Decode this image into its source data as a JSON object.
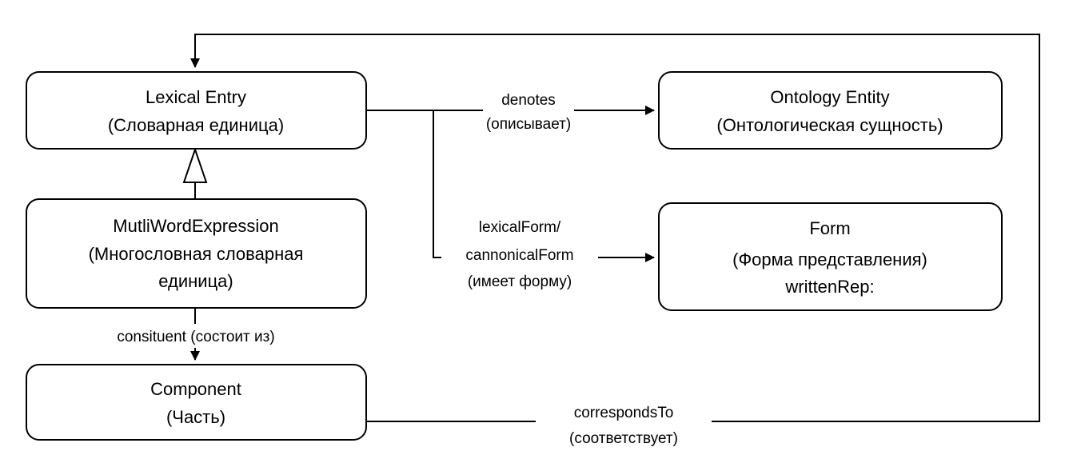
{
  "diagram": {
    "nodes": {
      "lexical_entry": {
        "line1": "Lexical Entry",
        "line2": "(Словарная единица)"
      },
      "multiword": {
        "line1": "MutliWordExpression",
        "line2": "(Многословная словарная",
        "line3": "единица)"
      },
      "component": {
        "line1": "Component",
        "line2": "(Часть)"
      },
      "ontology_entity": {
        "line1": "Ontology Entity",
        "line2": "(Онтологическая сущность)"
      },
      "form": {
        "line1": "Form",
        "line2": "(Форма представления)",
        "line3": "writtenRep:"
      }
    },
    "edges": {
      "denotes": {
        "line1": "denotes",
        "line2": "(описывает)"
      },
      "lexical_form": {
        "line1": "lexicalForm/",
        "line2": "cannonicalForm",
        "line3": "(имеет форму)"
      },
      "constituent": {
        "line1": "consituent (состоит из)"
      },
      "corresponds_to": {
        "line1": "correspondsTo",
        "line2": "(соответствует)"
      }
    }
  }
}
